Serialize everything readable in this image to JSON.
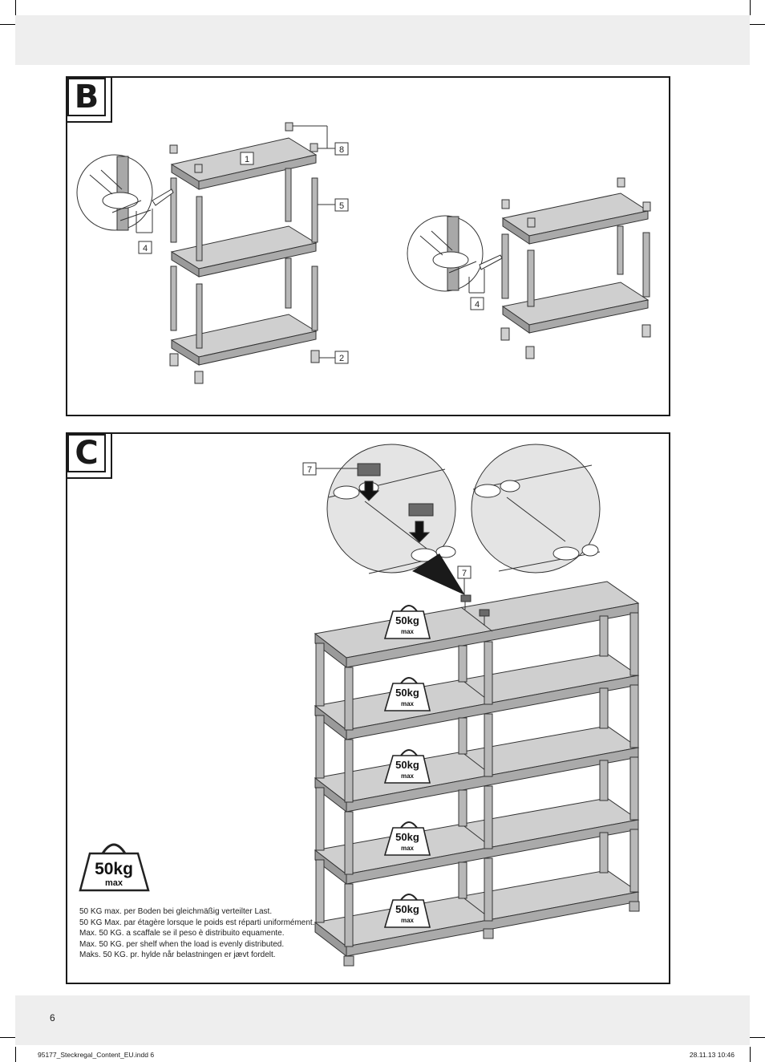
{
  "sections": {
    "b_letter": "B",
    "c_letter": "C"
  },
  "callouts": {
    "shelf": "1",
    "foot": "2",
    "pin": "4",
    "tube": "5",
    "connector": "7",
    "cap": "8"
  },
  "weight_label": {
    "value": "50",
    "unit": "kg",
    "suffix": "max"
  },
  "notes": [
    "50 KG max. per Boden bei gleichmäßig verteilter Last.",
    "50 KG Max. par étagère lorsque le poids est réparti uniformément.",
    "Max. 50 KG. a scaffale se il peso è distribuito equamente.",
    "Max. 50 KG. per shelf when the load is evenly distributed.",
    "Maks. 50 KG. pr. hylde når belastningen er jævt fordelt."
  ],
  "page_number": "6",
  "footer": {
    "file": "95177_Steckregal_Content_EU.indd   6",
    "datetime": "28.11.13   10:46"
  },
  "colors": {
    "shelf_fill": "#cfcfcf",
    "shelf_edge": "#9a9a9a",
    "tube_fill": "#b8b8b8",
    "band": "#eeeeee"
  }
}
